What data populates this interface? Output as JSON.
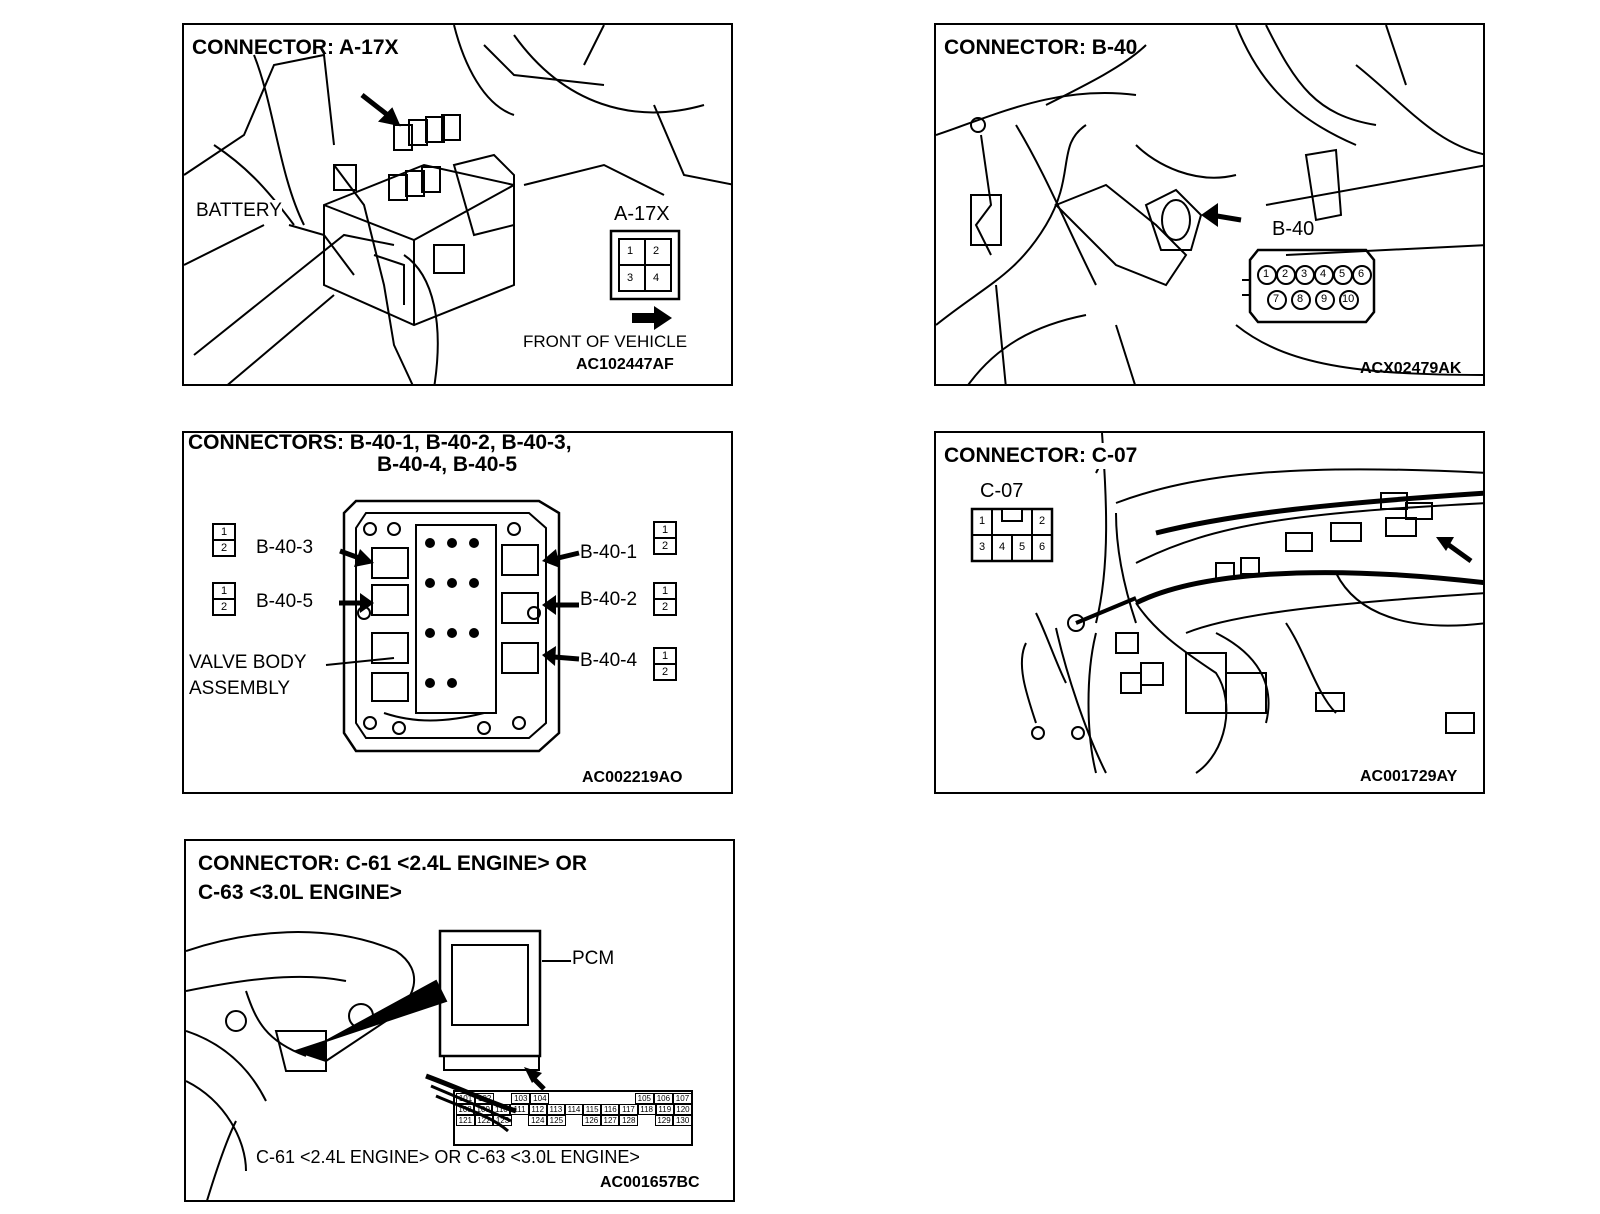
{
  "panel1": {
    "title": "CONNECTOR: A-17X",
    "battery_label": "BATTERY",
    "connector_label": "A-17X",
    "pins": [
      "1",
      "2",
      "3",
      "4"
    ],
    "front_label": "FRONT OF VEHICLE",
    "code": "AC102447AF"
  },
  "panel2": {
    "title": "CONNECTOR: B-40",
    "connector_label": "B-40",
    "pins_top": [
      "1",
      "2",
      "3",
      "4",
      "5",
      "6"
    ],
    "pins_bottom": [
      "7",
      "8",
      "9",
      "10"
    ],
    "code": "ACX02479AK"
  },
  "panel3": {
    "title_line1": "CONNECTORS: B-40-1, B-40-2, B-40-3,",
    "title_line2": "B-40-4, B-40-5",
    "labels": {
      "b403": "B-40-3",
      "b405": "B-40-5",
      "b401": "B-40-1",
      "b402": "B-40-2",
      "b404": "B-40-4"
    },
    "pin1": "1",
    "pin2": "2",
    "valve_line1": "VALVE BODY",
    "valve_line2": "ASSEMBLY",
    "code": "AC002219AO"
  },
  "panel4": {
    "title": "CONNECTOR: C-07",
    "connector_label": "C-07",
    "pins": [
      "1",
      "2",
      "3",
      "4",
      "5",
      "6"
    ],
    "code": "AC001729AY"
  },
  "panel5": {
    "title_line1": "CONNECTOR: C-61 <2.4L ENGINE> OR",
    "title_line2": "C-63 <3.0L ENGINE>",
    "pcm_label": "PCM",
    "row1": [
      "101",
      "102",
      "",
      "103",
      "104",
      "",
      "",
      "",
      "",
      "",
      "105",
      "106",
      "107"
    ],
    "row2": [
      "108",
      "109",
      "110",
      "111",
      "112",
      "113",
      "114",
      "115",
      "116",
      "117",
      "118",
      "119",
      "120"
    ],
    "row3": [
      "121",
      "122",
      "123",
      "",
      "124",
      "125",
      "",
      "126",
      "127",
      "128",
      "",
      "129",
      "130"
    ],
    "caption": "C-61 <2.4L ENGINE> OR C-63 <3.0L ENGINE>",
    "code": "AC001657BC"
  }
}
